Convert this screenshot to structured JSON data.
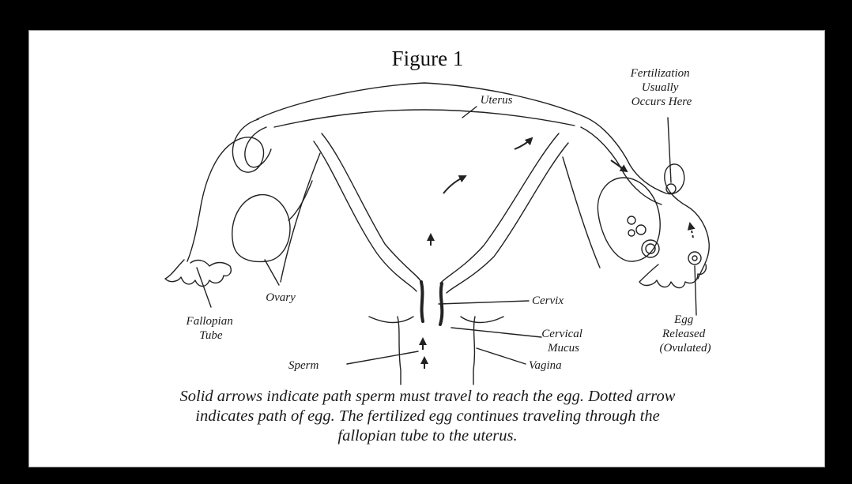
{
  "figure": {
    "title": "Figure 1",
    "labels": {
      "uterus": "Uterus",
      "fertilization": [
        "Fertilization",
        "Usually",
        "Occurs Here"
      ],
      "ovary": "Ovary",
      "fallopian_tube": [
        "Fallopian",
        "Tube"
      ],
      "cervix": "Cervix",
      "cervical_mucus": [
        "Cervical",
        "Mucus"
      ],
      "egg_released": [
        "Egg",
        "Released",
        "(Ovulated)"
      ],
      "sperm": "Sperm",
      "vagina": "Vagina"
    },
    "caption": [
      "Solid arrows indicate path sperm must travel to reach the egg. Dotted arrow",
      "indicates path of egg. The fertilized egg continues traveling through the",
      "fallopian tube to the uterus."
    ]
  },
  "colors": {
    "page_background": "#000000",
    "panel_background": "#ffffff",
    "line": "#222222"
  }
}
